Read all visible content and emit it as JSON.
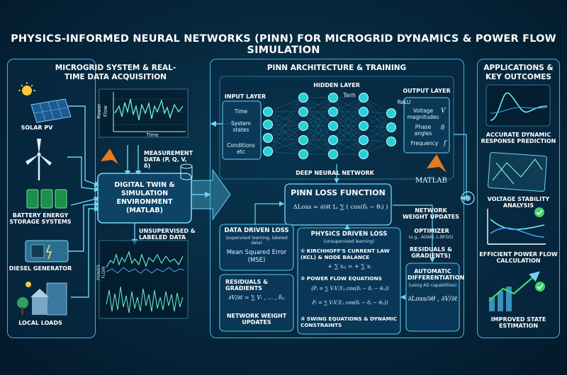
{
  "title": "PHYSICS-INFORMED NEURAL NETWORKS (PINN) FOR MICROGRID DYNAMICS & POWER FLOW SIMULATION",
  "left": {
    "header": "MICROGRID SYSTEM & REAL-TIME DATA ACQUISITION",
    "sources": [
      "SOLAR PV",
      "BATTERY ENERGY STORAGE SYSTEMS",
      "DIESEL GENERATOR",
      "LOCAL LOADS"
    ],
    "chart_axis": {
      "y": "Power Flow",
      "x": "Time"
    },
    "measurement": "MEASUREMENT DATA (P, Q, V, δ)",
    "twin": "DIGITAL TWIN & SIMULATION ENVIRONMENT (MATLAB)",
    "unsupervised": "UNSUPERVISED & LABELED DATA",
    "chart2_axis": "POWER FLOW"
  },
  "arch": {
    "header": "PINN ARCHITECTURE & TRAINING",
    "input_layer": "INPUT LAYER",
    "hidden_layer": "HIDDEN LAYER",
    "output_layer": "OUTPUT LAYER",
    "tanh": "Tanh",
    "relu": "ReLU",
    "inputs": [
      "Time",
      "System states",
      "Conditions etc"
    ],
    "outputs": [
      "Voltage magnitudes",
      "Phase angles",
      "Frequency"
    ],
    "outputs_sym": [
      "V",
      "δ",
      "f"
    ],
    "dnn": "DEEP NEURAL NETWORK",
    "matlab": "MATLAB"
  },
  "loss": {
    "header": "PINN LOSS FUNCTION",
    "formula_lhs": "ΔLoss =",
    "formula_rhs": "∂/∂t Lᵢ ∑ ( cos(δᵢ − θᵢ) )",
    "network_updates": "NETWORK WEIGHT UPDATES",
    "optimizer": "OPTIMIZER",
    "optimizer_sub": "(e.g., ADAM, L-BFGS)",
    "residuals_r": "RESIDUALS & GRADIENTS)",
    "autodiff": "AUTOMATIC DIFFERENTIATION",
    "autodiff_sub": "(using AD capabilities)",
    "autodiff_formula": "∂Loss/∂θ , ∂V/∂t"
  },
  "data_loss": {
    "title": "DATA DRIVEN LOSS",
    "sub": "(supervised learning, labeled data)",
    "mse": "Mean Squared Error (MSE)"
  },
  "residuals": {
    "title": "RESIDUALS & GRADIENTS",
    "formula": "∂V/∂t = ∑ Vᵢ , … , δᵢⱼ",
    "updates": "NETWORK WEIGHT UPDATES"
  },
  "physics": {
    "title": "PHYSICS DRIVEN LOSS",
    "sub": "(unsupervised learning)",
    "kcl": "① KIRCHHOFF'S CURRENT LAW (KCL) & NODE BALANCE",
    "kcl_f": "+ ∑ xᵢⱼ = + ∑ xᵢ",
    "pf": "② POWER FLOW EQUATIONS",
    "pf_f1": "(Pᵢ = ∑ VᵢVⱼYᵢⱼ cos(δᵢ − δⱼ − θᵢⱼ))",
    "pf_f2": "Pᵢ = ∑ VᵢVⱼYᵢⱼ cos(δᵢ − δⱼ − θᵢⱼ))",
    "swing": "③ SWING EQUATIONS & DYNAMIC CONSTRAINTS"
  },
  "right": {
    "header": "APPLICATIONS & KEY OUTCOMES",
    "items": [
      "ACCURATE DYNAMIC RESPONSE PREDICTION",
      "VOLTAGE STABILITY ANALYSIS",
      "EFFICIENT POWER FLOW CALCULATION",
      "IMPROVED STATE ESTIMATION"
    ]
  },
  "colors": {
    "accent": "#3fb6e0",
    "neuron": "#2ad0d8",
    "bg": "#041a2b",
    "wave": "#6cf2d6",
    "green": "#3fd46b"
  }
}
